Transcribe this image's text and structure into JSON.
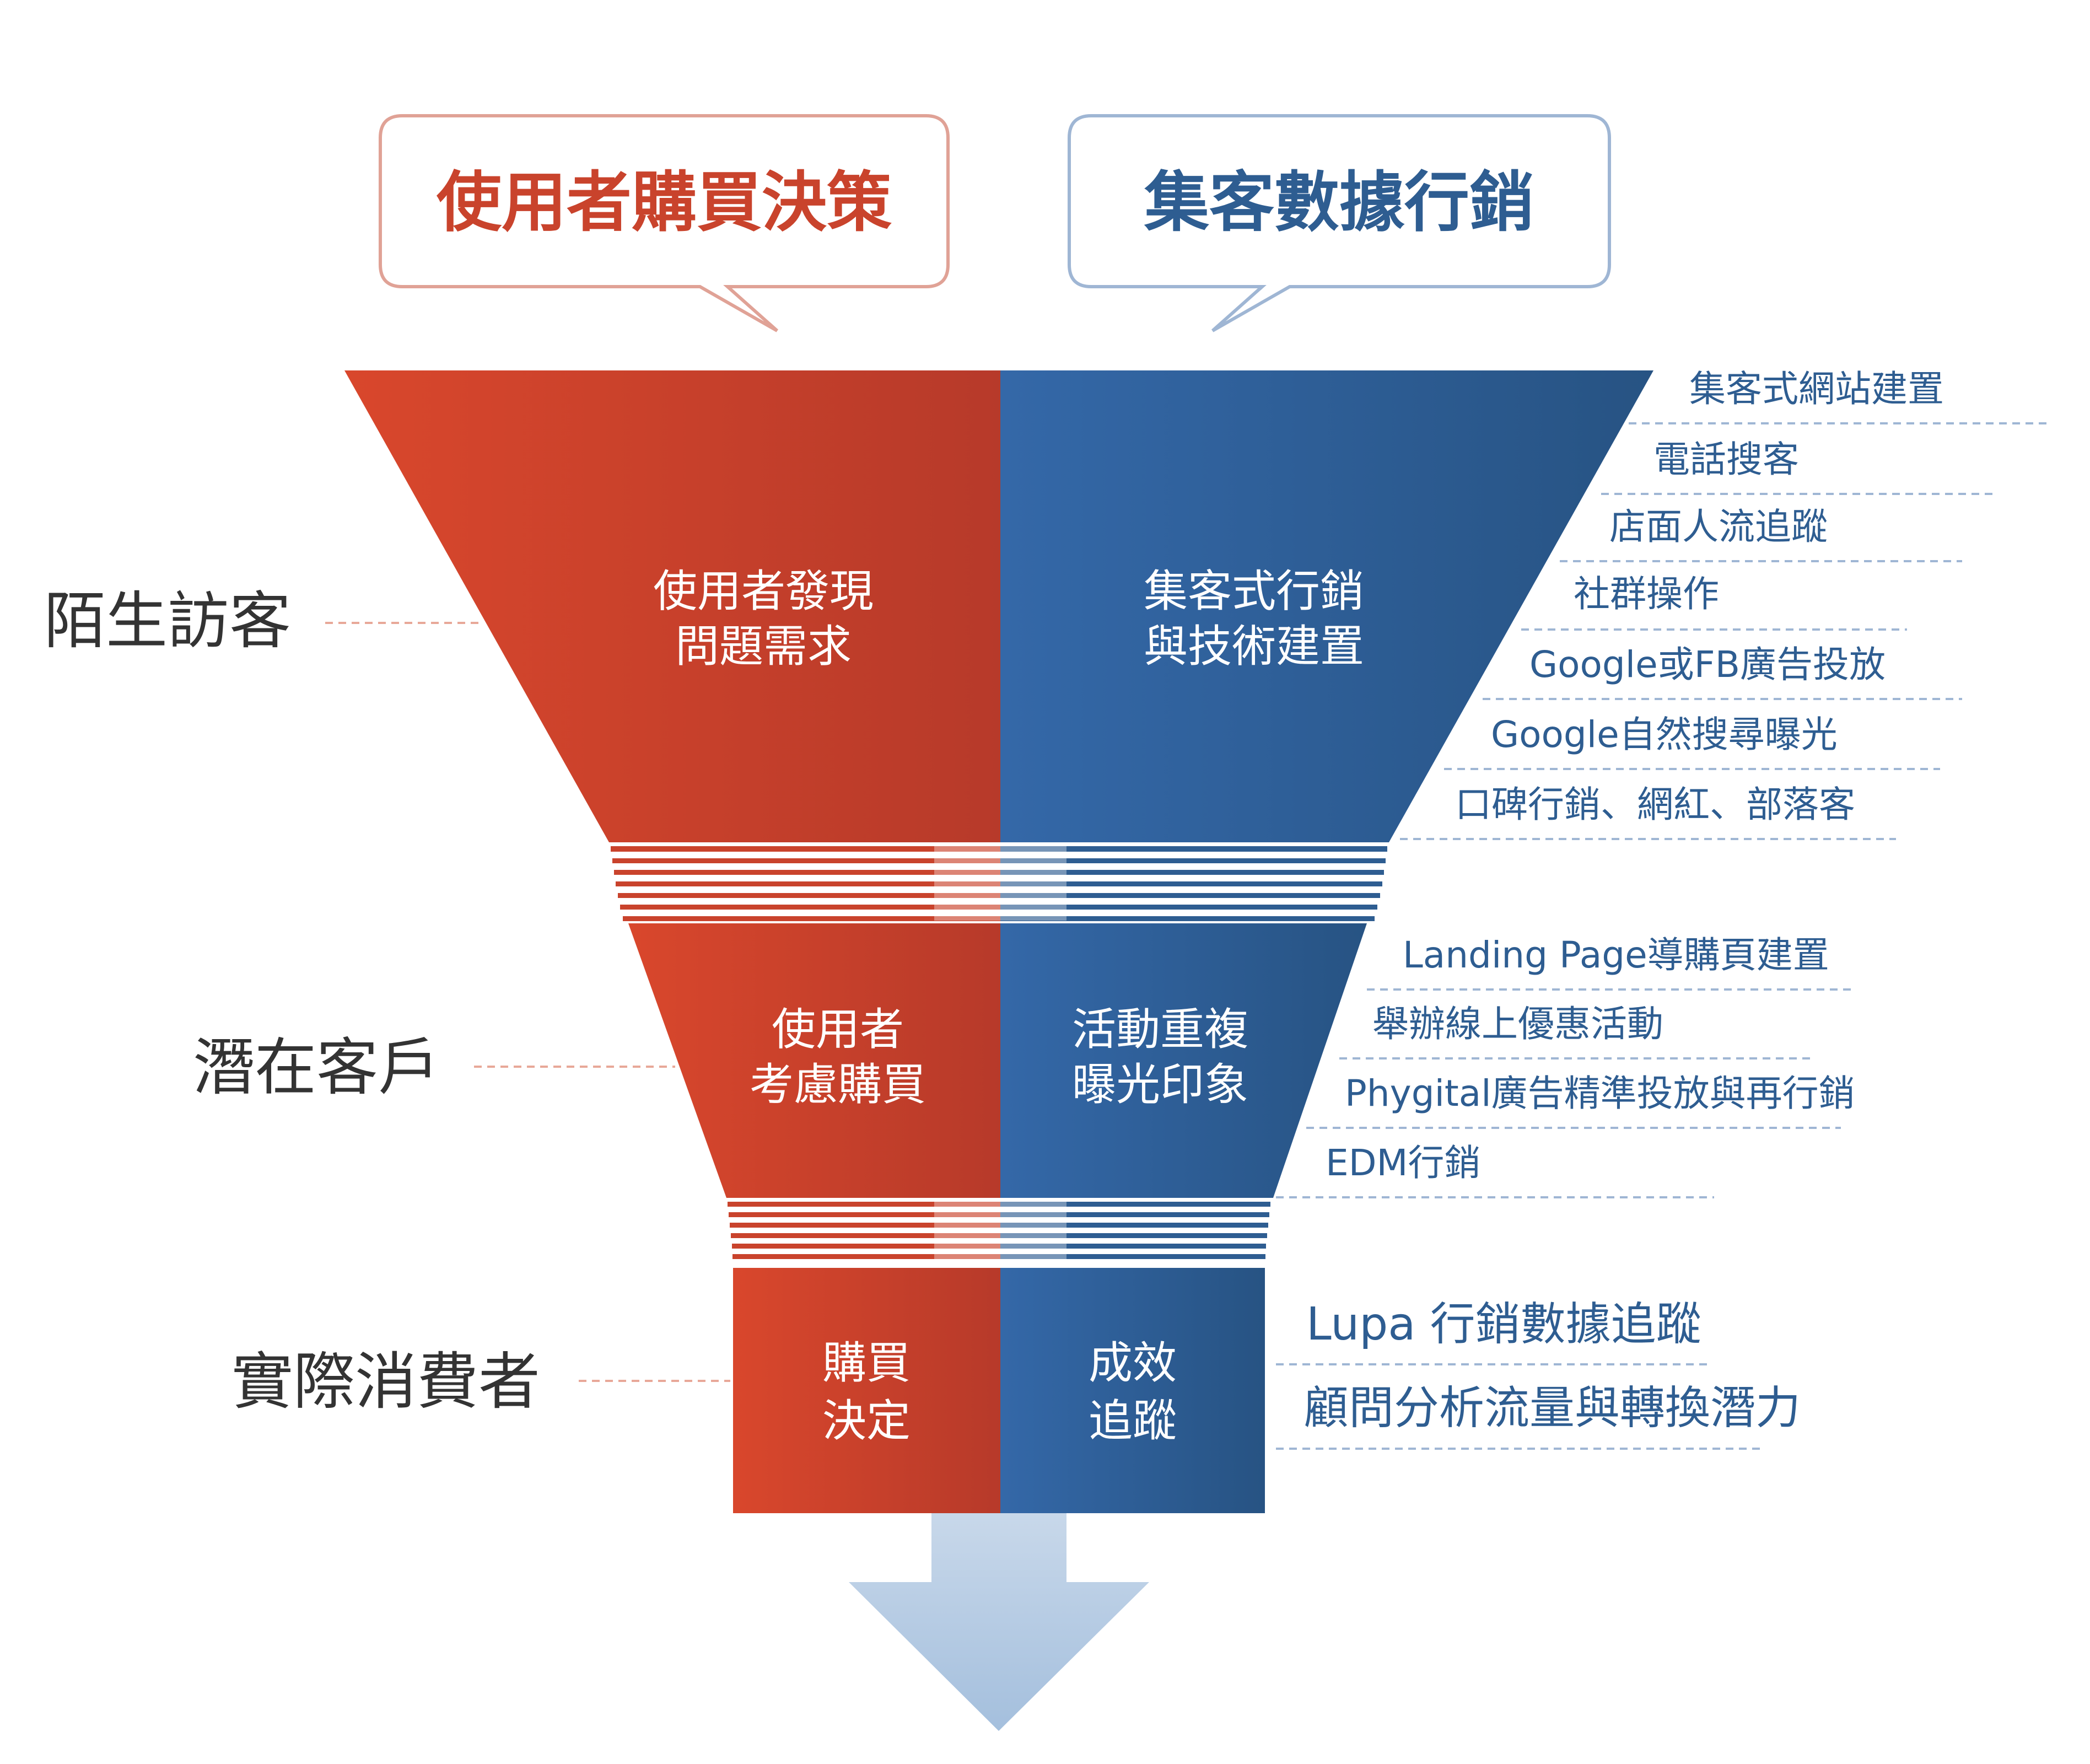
{
  "bubbles": {
    "left": {
      "title": "使用者購買決策",
      "color": "#c9432c",
      "border": "#e0a296"
    },
    "right": {
      "title": "集客數據行銷",
      "color": "#2e5d91",
      "border": "#9fb6d4"
    }
  },
  "stages": [
    {
      "label": "陌生訪客",
      "left_text": [
        "使用者發現",
        "問題需求"
      ],
      "right_text": [
        "集客式行銷",
        "與技術建置"
      ]
    },
    {
      "label": "潛在客戶",
      "left_text": [
        "使用者",
        "考慮購買"
      ],
      "right_text": [
        "活動重複",
        "曝光印象"
      ]
    },
    {
      "label": "實際消費者",
      "left_text": [
        "購買",
        "決定"
      ],
      "right_text": [
        "成效",
        "追蹤"
      ]
    }
  ],
  "tactics": {
    "stage1": [
      "集客式網站建置",
      "電話搜客",
      "店面人流追蹤",
      "社群操作",
      "Google或FB廣告投放",
      "Google自然搜尋曝光",
      "口碑行銷、網紅、部落客"
    ],
    "stage2": [
      "Landing Page導購頁建置",
      "舉辦線上優惠活動",
      "Phygital廣告精準投放與再行銷",
      "EDM行銷"
    ],
    "stage3": [
      "Lupa 行銷數據追蹤",
      "顧問分析流量與轉換潛力"
    ]
  },
  "colors": {
    "red_light": "#d9472c",
    "red_dark": "#b73a2a",
    "blue_light": "#3468a8",
    "blue_dark": "#275383",
    "tactic_text": "#2e5d91",
    "stage_text": "#333333",
    "arrow": "#b8cce4"
  }
}
